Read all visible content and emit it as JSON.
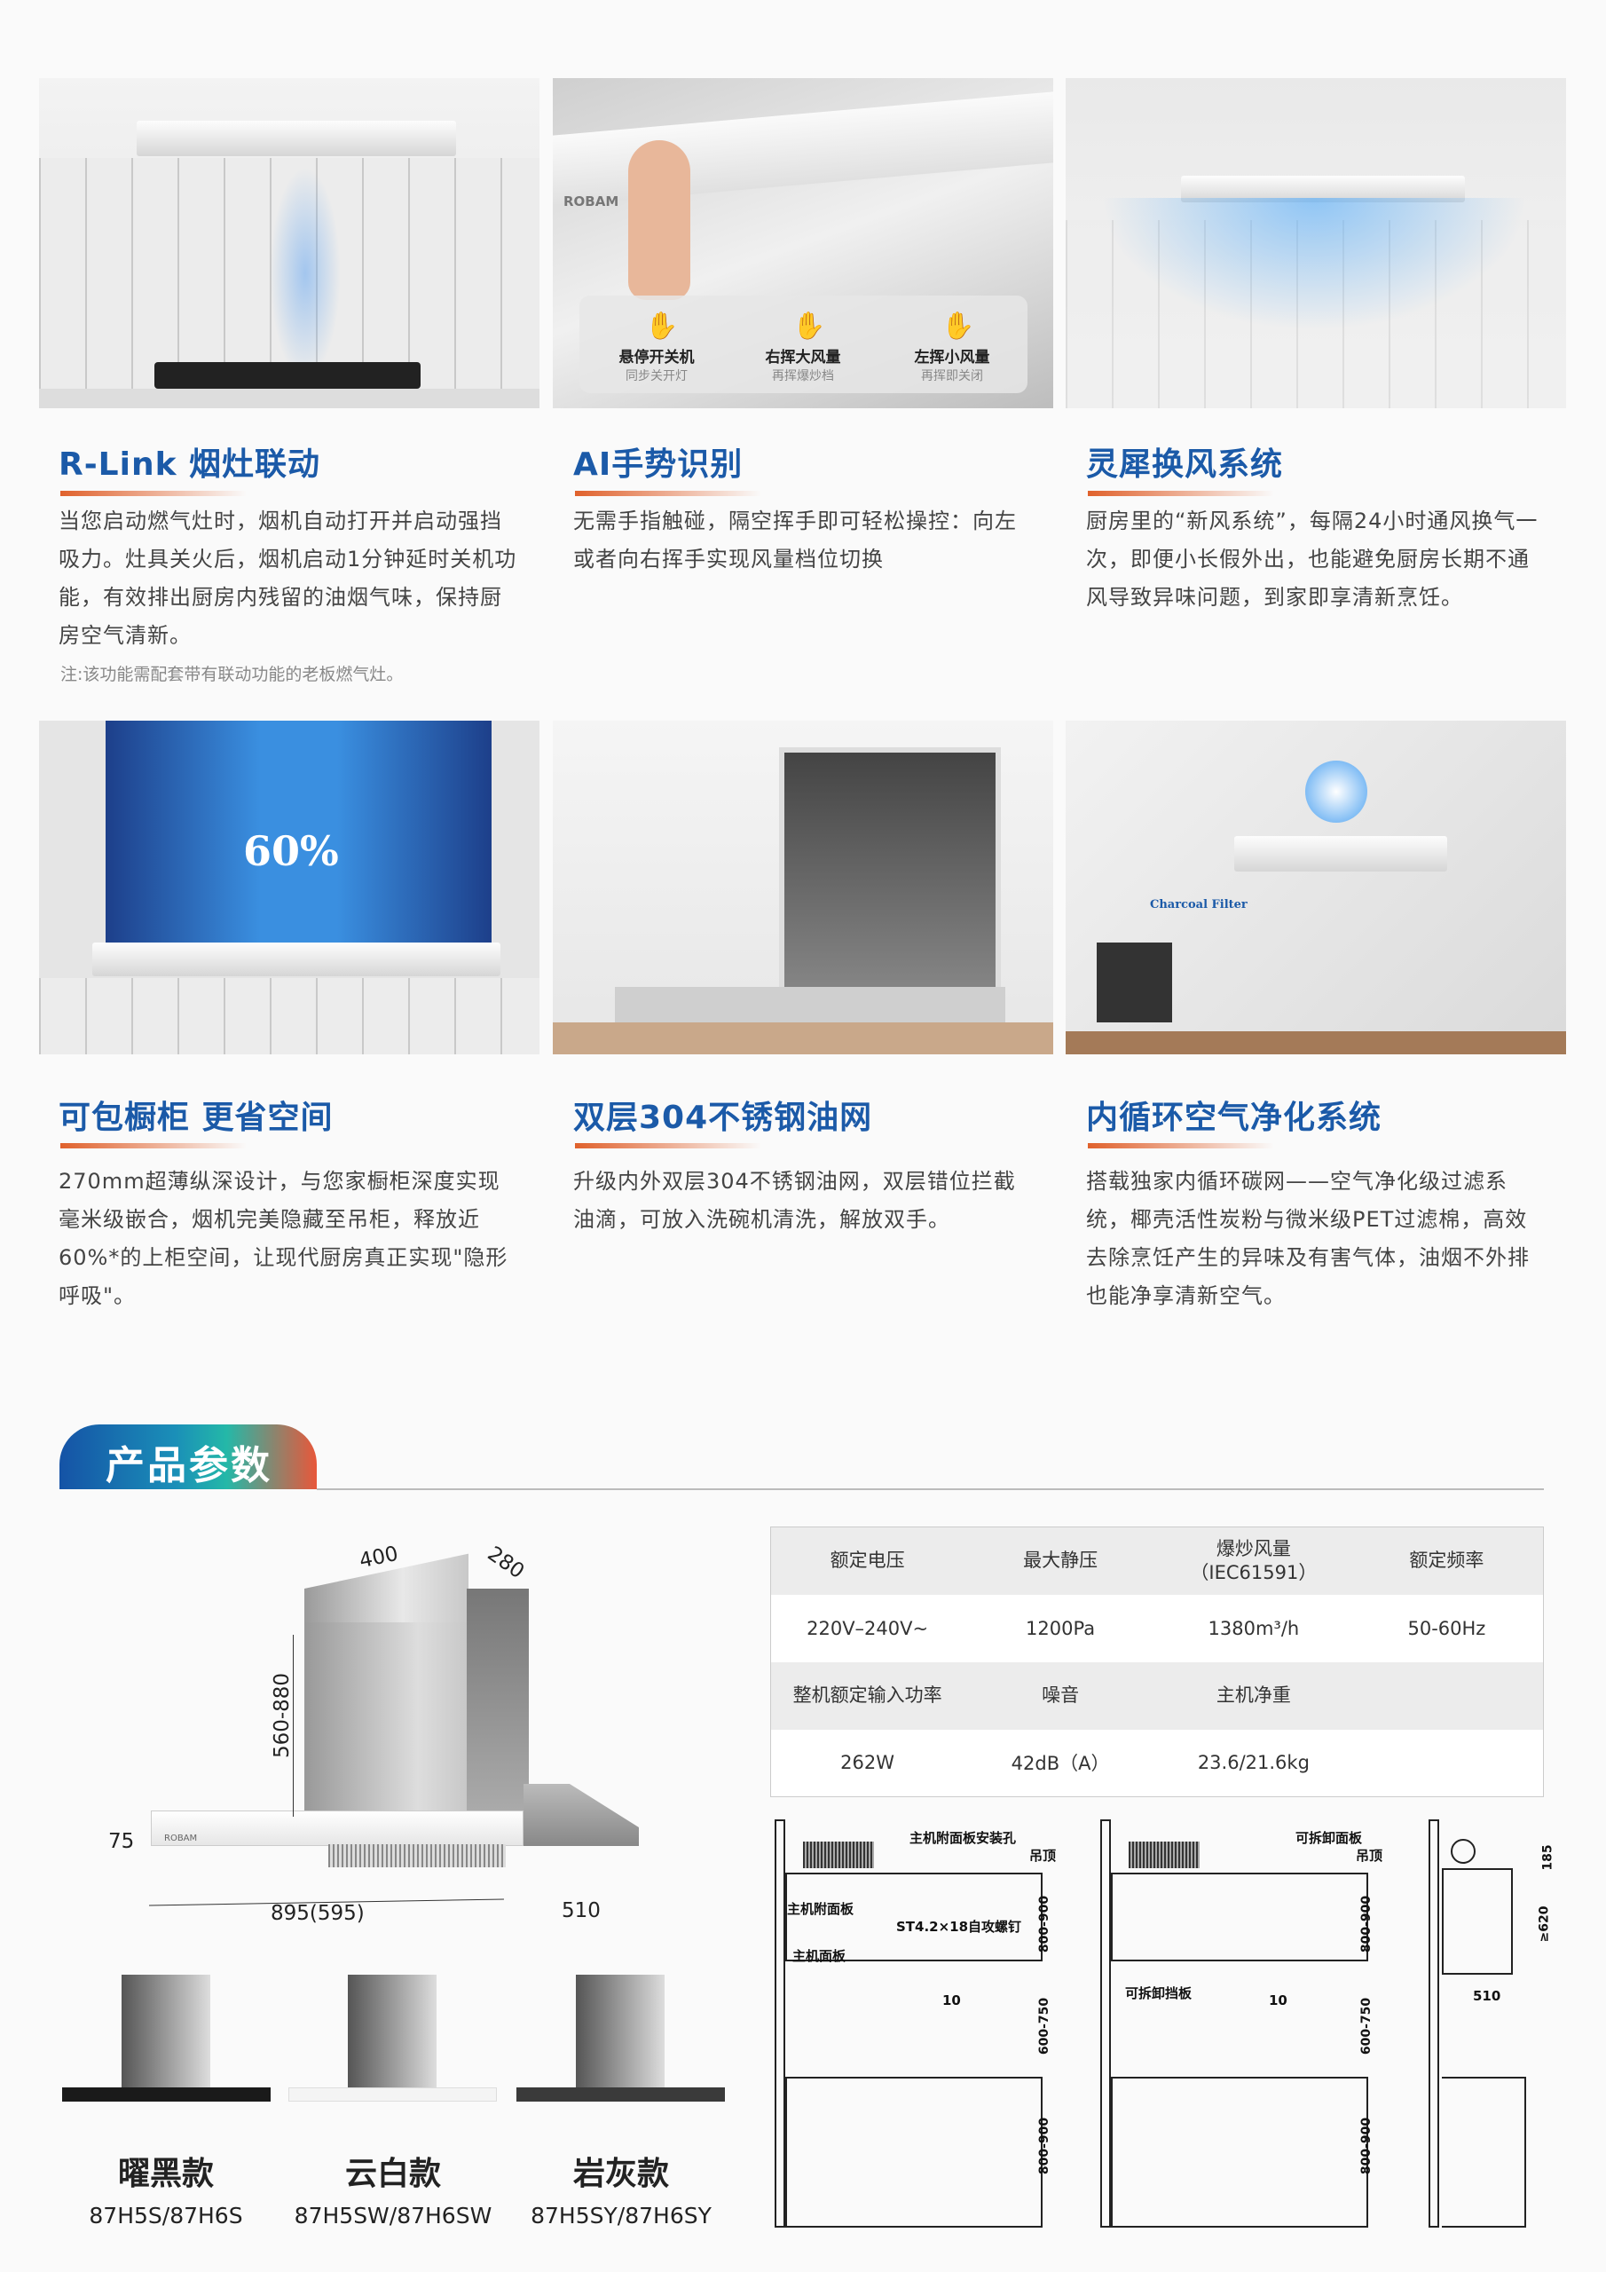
{
  "features": [
    {
      "title": "R-Link 烟灶联动",
      "desc": "当您启动燃气灶时，烟机自动打开并启动强挡吸力。灶具关火后，烟机启动1分钟延时关机功能，有效排出厨房内残留的油烟气味，保持厨房空气清新。",
      "note": "注:该功能需配套带有联动功能的老板燃气灶。"
    },
    {
      "title": "AI手势识别",
      "desc": "无需手指触碰，隔空挥手即可轻松操控：向左或者向右挥手实现风量档位切换",
      "gestures": [
        {
          "name": "悬停开关机",
          "sub": "同步关开灯"
        },
        {
          "name": "右挥大风量",
          "sub": "再挥爆炒档"
        },
        {
          "name": "左挥小风量",
          "sub": "再挥即关闭"
        }
      ],
      "brand": "ROBAM"
    },
    {
      "title": "灵犀换风系统",
      "desc": "厨房里的“新风系统”，每隔24小时通风换气一次，即便小长假外出，也能避免厨房长期不通风导致异味问题，到家即享清新烹饪。"
    },
    {
      "title": "可包橱柜 更省空间",
      "desc": "270mm超薄纵深设计，与您家橱柜深度实现毫米级嵌合，烟机完美隐藏至吊柜，释放近60%*的上柜空间，让现代厨房真正实现\"隐形呼吸\"。",
      "badge": "60%"
    },
    {
      "title": "双层304不锈钢油网",
      "desc": "升级内外双层304不锈钢油网，双层错位拦截油滴，可放入洗碗机清洗，解放双手。"
    },
    {
      "title": "内循环空气净化系统",
      "desc": "搭载独家内循环碳网——空气净化级过滤系统，椰壳活性炭粉与微米级PET过滤棉，高效去除烹饪产生的异味及有害气体，油烟不外排也能净享清新空气。",
      "filter_label": "Charcoal Filter"
    }
  ],
  "section_title": "产品参数",
  "dimensions": {
    "width_top": "400",
    "depth_top": "280",
    "height": "560-880",
    "panel": "75",
    "width": "895(595)",
    "depth": "510",
    "brand": "ROBAM"
  },
  "specs": {
    "row1_head": [
      "额定电压",
      "最大静压",
      "爆炒风量\n（IEC61591）",
      "额定频率"
    ],
    "row1_val": [
      "220V–240V~",
      "1200Pa",
      "1380m³/h",
      "50-60Hz"
    ],
    "row2_head": [
      "整机额定输入功率",
      "噪音",
      "主机净重",
      ""
    ],
    "row2_val": [
      "262W",
      "42dB（A）",
      "23.6/21.6kg",
      ""
    ]
  },
  "variants": [
    {
      "name": "曜黑款",
      "model": "87H5S/87H6S",
      "color": "#1a1a1a"
    },
    {
      "name": "云白款",
      "model": "87H5SW/87H6SW",
      "color": "#f4f4f4"
    },
    {
      "name": "岩灰款",
      "model": "87H5SY/87H6SY",
      "color": "#3a3a3a"
    }
  ],
  "install": {
    "d1": {
      "hole": "主机附面板安装孔",
      "ceiling": "吊顶",
      "side": "主机附面板",
      "screw": "ST4.2×18自攻螺钉",
      "panel": "主机面板",
      "gap": "10",
      "h1": "800-900",
      "h2": "600-750",
      "h3": "800-900"
    },
    "d2": {
      "removable_panel": "可拆卸面板",
      "ceiling": "吊顶",
      "baffle": "可拆卸挡板",
      "gap": "10",
      "h1": "800-900",
      "h2": "600-750",
      "h3": "800-900"
    },
    "d3": {
      "top": "185",
      "height": "≥620",
      "depth": "510"
    }
  }
}
